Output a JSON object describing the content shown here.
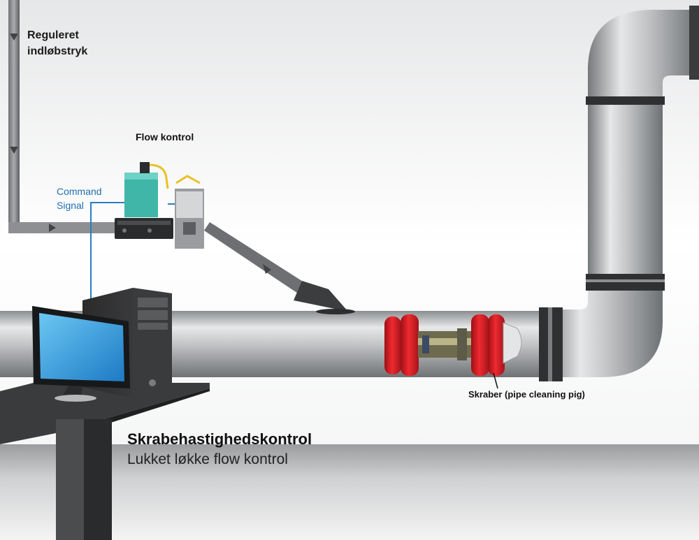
{
  "labels": {
    "regulated_supply_line1": "Reguleret",
    "regulated_supply_line2": "indløbstryk",
    "flow_control": "Flow kontrol",
    "command_signal_line1": "Command",
    "command_signal_line2": "Signal",
    "pig_label": "Skraber (pipe cleaning pig)",
    "title": "Skrabehastighedskontrol",
    "subtitle": "Lukket løkke flow kontrol"
  },
  "colors": {
    "pipe": "#b9bcbf",
    "signal_line": "#2a7fc1",
    "pig_cups": "#d61f26",
    "monitor_screen": "#2fa3e6",
    "actuator": "#3fb6a8"
  }
}
